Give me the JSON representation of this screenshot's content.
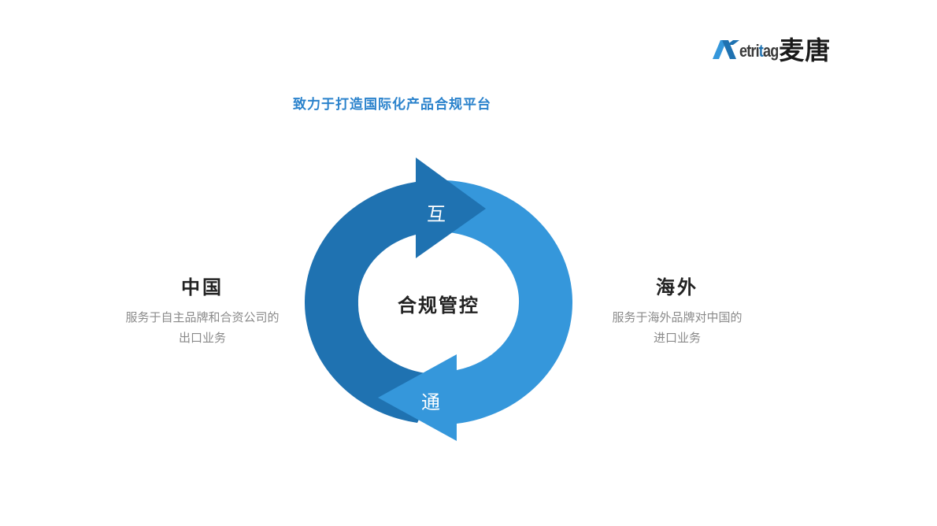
{
  "logo": {
    "mark_icon": "metritag-m-logo-icon",
    "word_prefix": "etri",
    "word_accent": "t",
    "word_suffix": "ag",
    "chinese_name": "麦唐",
    "colors": {
      "light_blue": "#3597db",
      "dark_blue": "#1f72b1",
      "text_grey": "#3a3a3a"
    }
  },
  "tagline": "致力于打造国际化产品合规平台",
  "diagram": {
    "center_label": "合规管控",
    "top_arrow_label": "互",
    "bottom_arrow_label": "通",
    "colors": {
      "dark_arc": "#1f72b1",
      "light_arc": "#3597db"
    }
  },
  "left_panel": {
    "title": "中国",
    "description_line1": "服务于自主品牌和合资公司的",
    "description_line2": "出口业务"
  },
  "right_panel": {
    "title": "海外",
    "description_line1": "服务于海外品牌对中国的",
    "description_line2": "进口业务"
  }
}
